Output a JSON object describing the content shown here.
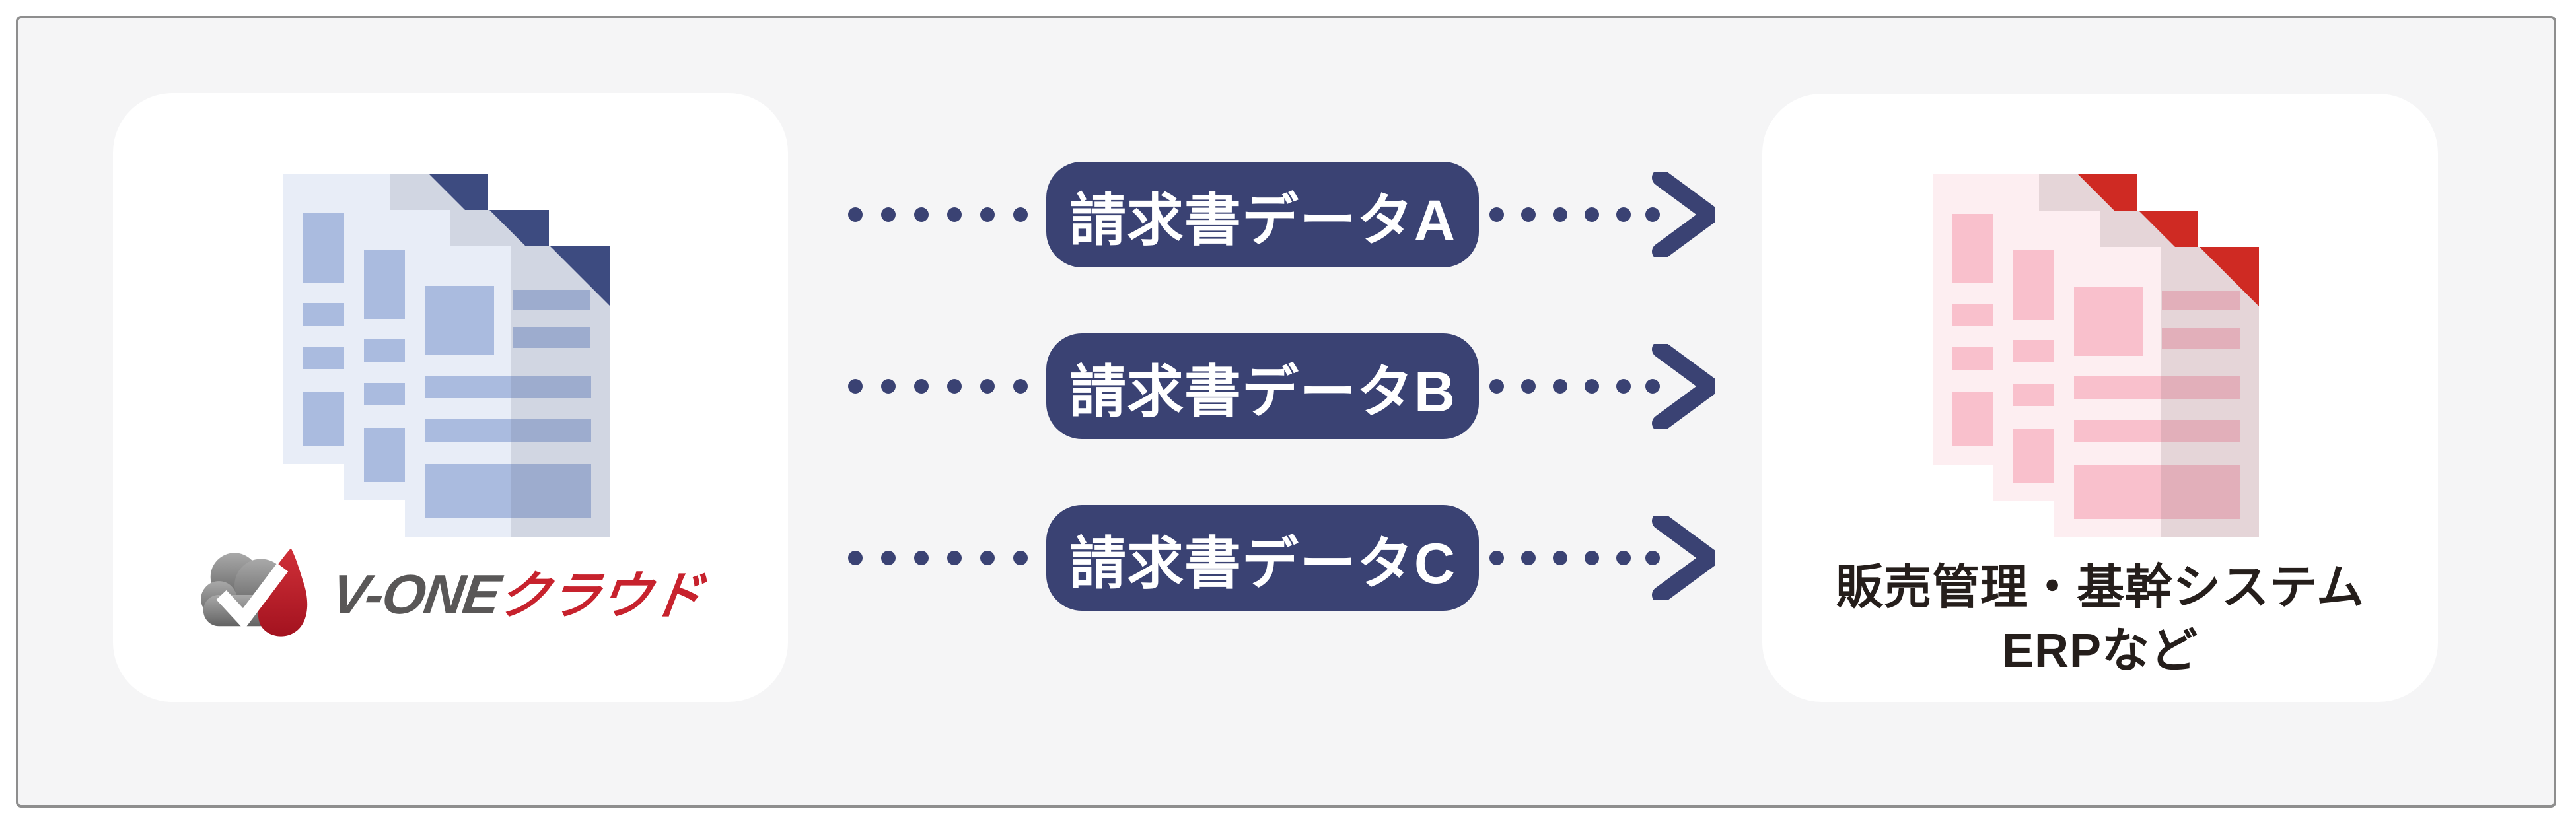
{
  "diagram": {
    "type": "data-flow",
    "description": "V-ONE cloud exports invoice data files to sales-management / core ERP systems"
  },
  "colors": {
    "frame_background": "#f5f5f6",
    "frame_border": "#8e8e8e",
    "card_background": "#ffffff",
    "flow_navy": "#3a4273",
    "logo_gray": "#595757",
    "logo_red": "#c7222d",
    "title_text": "#251e1b",
    "pill_text": "#ffffff",
    "doc_blue": {
      "paper": "#e8edf7",
      "block": "#aabbdf",
      "fold": "#3d4b80"
    },
    "doc_pink": {
      "paper": "#fdeef1",
      "block": "#f9c0cc",
      "fold": "#cf2a23"
    }
  },
  "left_card": {
    "icon": "invoice-stack-blue",
    "logo": {
      "icon": "cloud-check",
      "brand": "V-ONE",
      "product": "クラウド"
    }
  },
  "flows": [
    {
      "label": "請求書データA",
      "connector": "dotted-arrow-right"
    },
    {
      "label": "請求書データB",
      "connector": "dotted-arrow-right"
    },
    {
      "label": "請求書データC",
      "connector": "dotted-arrow-right"
    }
  ],
  "right_card": {
    "icon": "invoice-stack-pink",
    "title_line1": "販売管理・基幹システム",
    "title_line2": "ERPなど"
  }
}
